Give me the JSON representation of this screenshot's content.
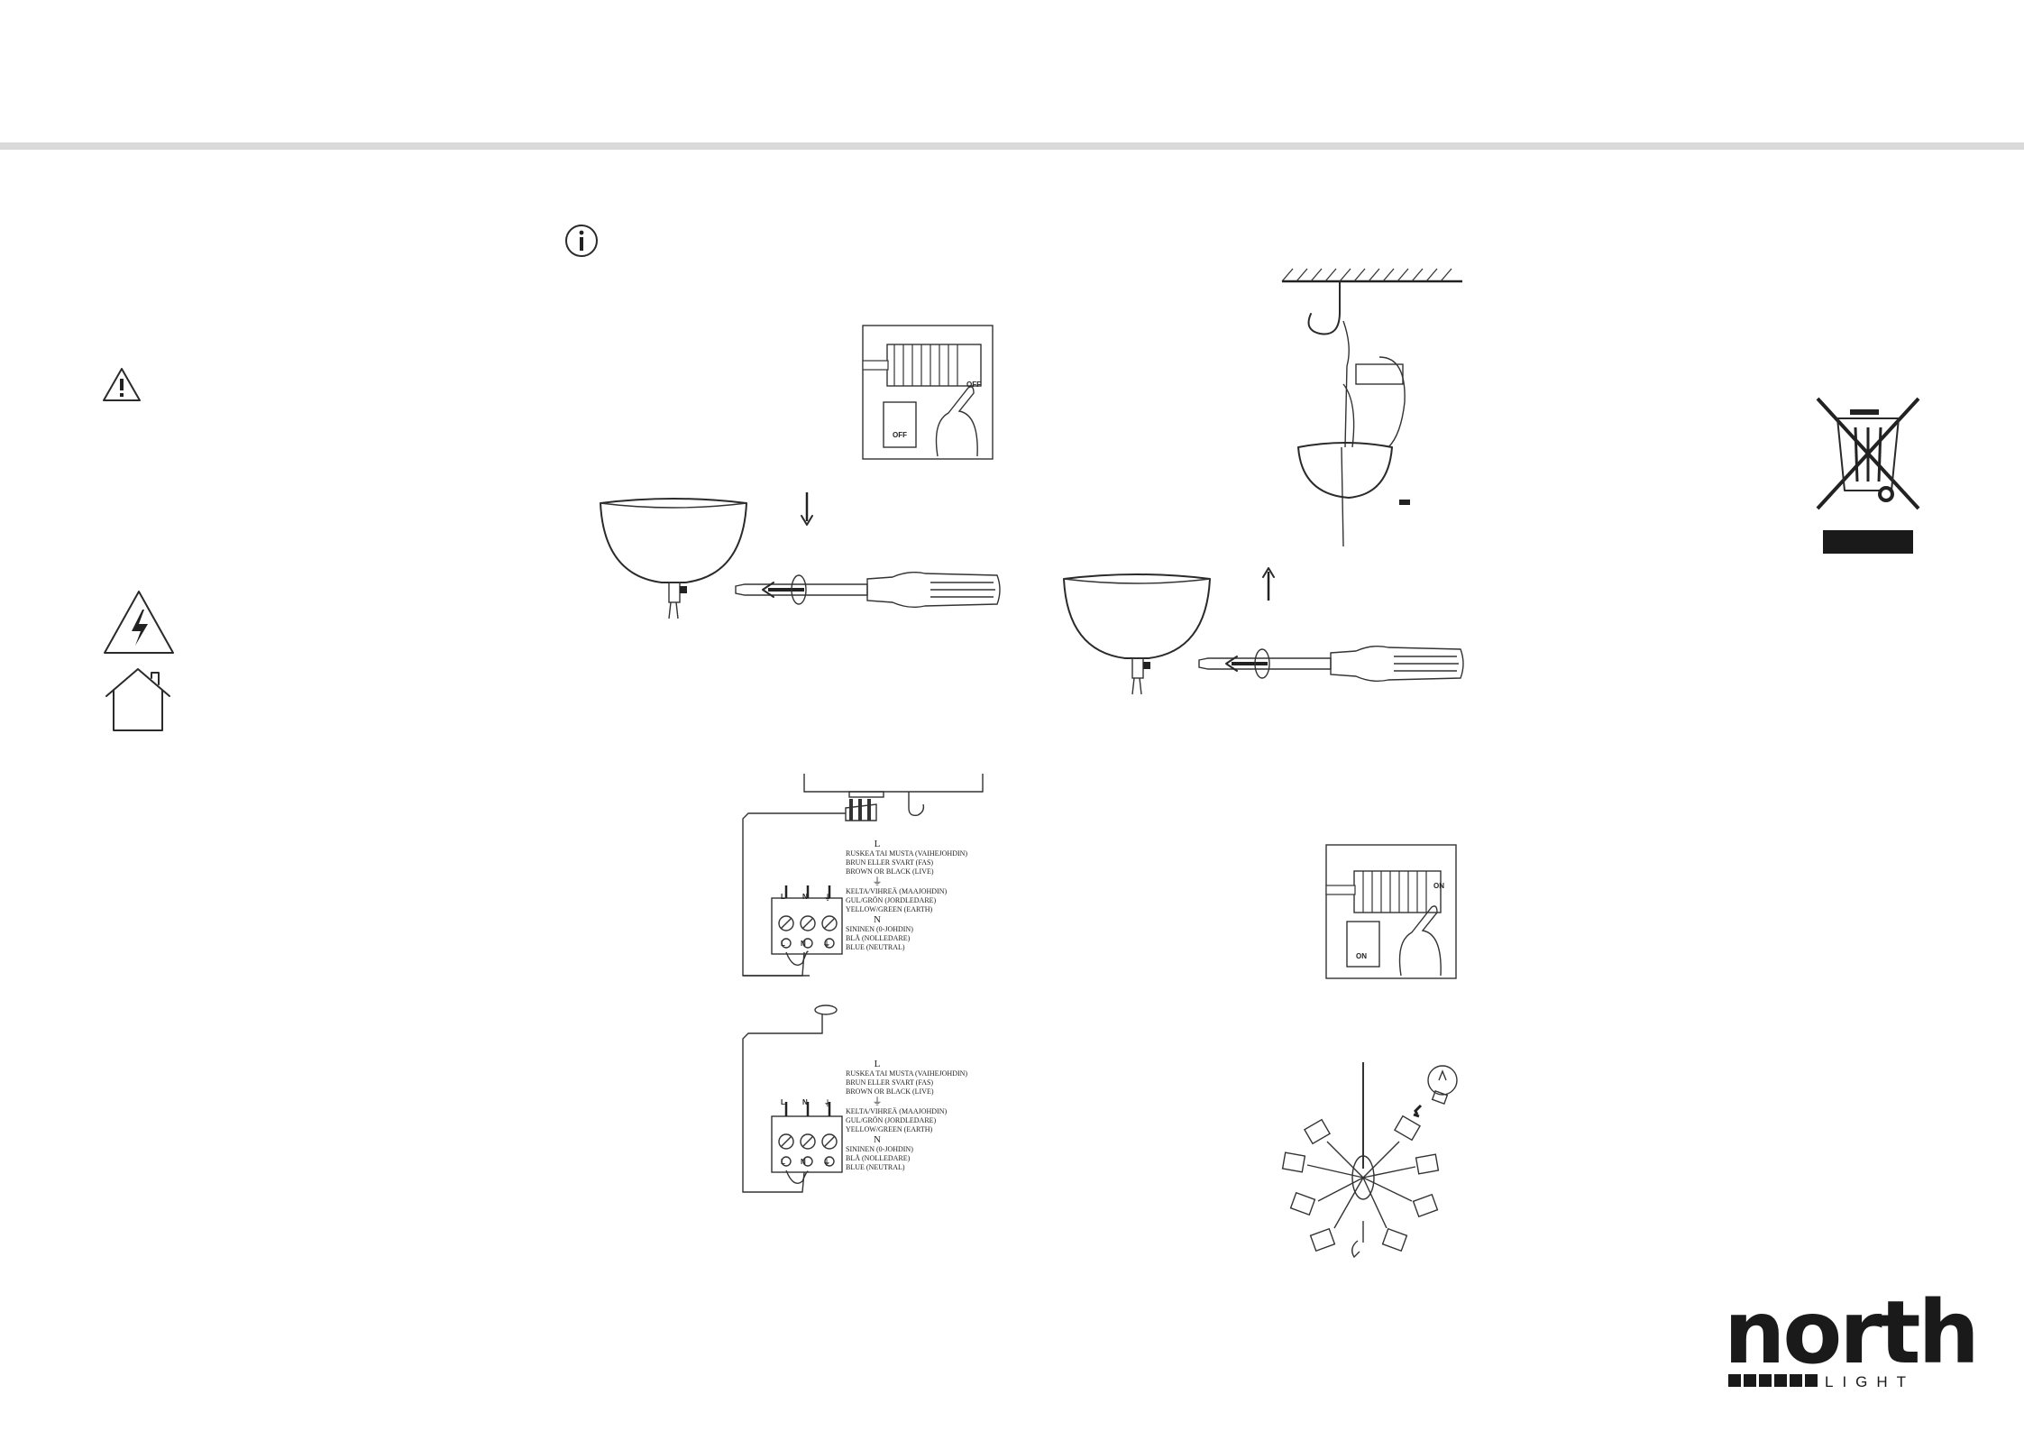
{
  "brand": {
    "name": "north",
    "sub": "LIGHT"
  },
  "panels": {
    "power_off": {
      "switch_label": "OFF",
      "rail_label": "OFF"
    },
    "power_on": {
      "switch_label": "ON",
      "rail_label": "ON"
    }
  },
  "wiring": [
    {
      "live_symbol": "L",
      "live_lines": [
        "RUSKEA TAI MUSTA (VAIHEJOHDIN)",
        "BRUN ELLER SVART (FAS)",
        "BROWN OR BLACK (LIVE)"
      ],
      "earth_symbol": "⏚",
      "earth_lines": [
        "KELTA/VIHREÄ (MAAJOHDIN)",
        "GUL/GRÖN (JORDLEDARE)",
        "YELLOW/GREEN (EARTH)"
      ],
      "neutral_symbol": "N",
      "neutral_lines": [
        "SININEN (0-JOHDIN)",
        "BLÅ (NOLLEDARE)",
        "BLUE (NEUTRAL)"
      ],
      "terminal_top": [
        "L",
        "N",
        "⏚"
      ],
      "terminal_bottom": [
        "L",
        "N",
        "⏚"
      ]
    },
    {
      "live_symbol": "L",
      "live_lines": [
        "RUSKEA TAI MUSTA (VAIHEJOHDIN)",
        "BRUN ELLER SVART (FAS)",
        "BROWN OR BLACK (LIVE)"
      ],
      "earth_symbol": "⏚",
      "earth_lines": [
        "KELTA/VIHREÄ (MAAJOHDIN)",
        "GUL/GRÖN (JORDLEDARE)",
        "YELLOW/GREEN (EARTH)"
      ],
      "neutral_symbol": "N",
      "neutral_lines": [
        "SININEN (0-JOHDIN)",
        "BLÅ (NOLLEDARE)",
        "BLUE (NEUTRAL)"
      ],
      "terminal_top": [
        "L",
        "N",
        "⏚"
      ],
      "terminal_bottom": [
        "L",
        "N",
        "⏚"
      ]
    }
  ],
  "colors": {
    "ink": "#1a1a1a",
    "rule": "#d9d9d9"
  }
}
